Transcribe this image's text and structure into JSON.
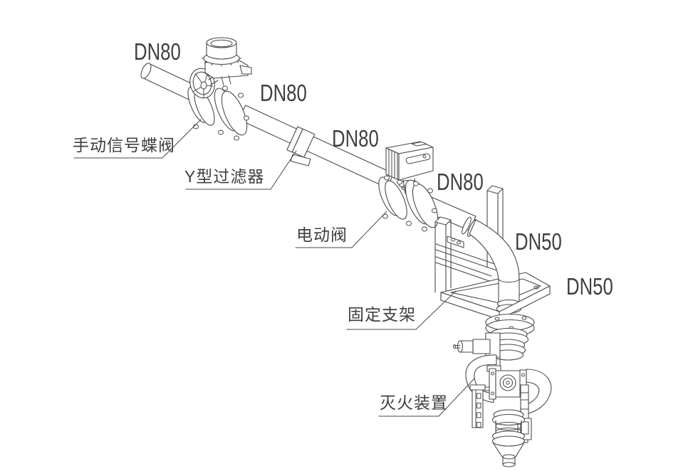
{
  "meta": {
    "background_color": "#ffffff",
    "line_color": "#4a4a4a",
    "text_color": "#3f3f3f",
    "drawing_type": "isometric piping assembly"
  },
  "labels": {
    "dn": [
      "DN80",
      "DN80",
      "DN80",
      "DN80",
      "DN50",
      "DN50"
    ],
    "parts": {
      "manual_butterfly_valve": "手动信号蝶阀",
      "y_strainer": "Y型过滤器",
      "electric_valve": "电动阀",
      "fixed_bracket": "固定支架",
      "fire_extinguishing_device": "灭火装置"
    }
  }
}
